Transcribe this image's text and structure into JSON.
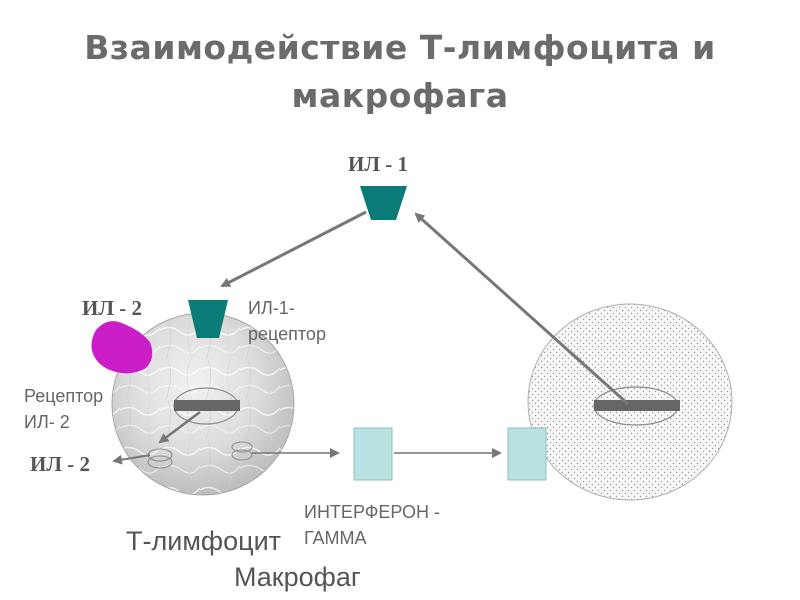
{
  "title": {
    "line1": "Взаимодействие  Т-лимфоцита и",
    "line2": "макрофага"
  },
  "labels": {
    "il1": "ИЛ - 1",
    "il2_top": "ИЛ - 2",
    "il1_receptor_line1": "ИЛ-1-",
    "il1_receptor_line2": "рецептор",
    "il2_receptor_line1": "Рецептор",
    "il2_receptor_line2": "ИЛ- 2",
    "il2_bottom": "ИЛ - 2",
    "interferon_line1": "ИНТЕРФЕРОН  -",
    "interferon_line2": "ГАММА",
    "t_lymphocyte": "Т-лимфоцит",
    "macrophage": "Макрофаг"
  },
  "colors": {
    "title": "#6b6b6b",
    "teal": "#0b7b77",
    "magenta": "#cc1ec8",
    "interferon_box": "#b9e3e3",
    "arrow": "#777777",
    "nucleus_bar": "#666666"
  }
}
